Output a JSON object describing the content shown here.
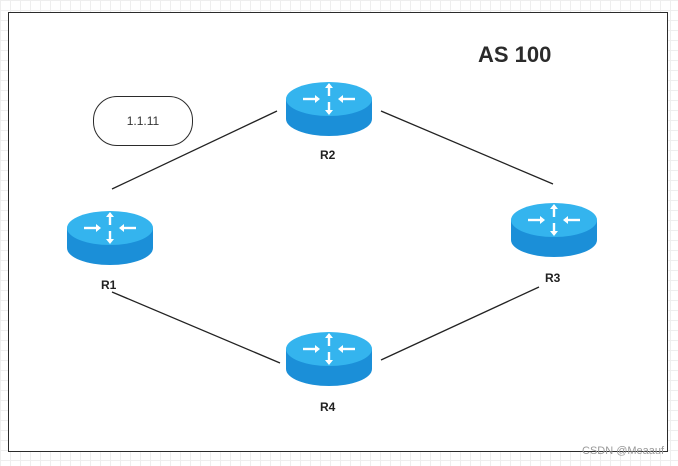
{
  "diagram": {
    "as_label": "AS 100",
    "callout_text": "1.1.11",
    "routers": [
      {
        "id": "R1",
        "label": "R1"
      },
      {
        "id": "R2",
        "label": "R2"
      },
      {
        "id": "R3",
        "label": "R3"
      },
      {
        "id": "R4",
        "label": "R4"
      }
    ],
    "links": [
      {
        "from": "R1",
        "to": "R2"
      },
      {
        "from": "R2",
        "to": "R3"
      },
      {
        "from": "R3",
        "to": "R4"
      },
      {
        "from": "R4",
        "to": "R1"
      }
    ],
    "colors": {
      "router_top": "#34b4ee",
      "router_side": "#1b8fd8",
      "arrow": "#ffffff",
      "link": "#222222"
    }
  },
  "watermark": "CSDN @Meaauf"
}
